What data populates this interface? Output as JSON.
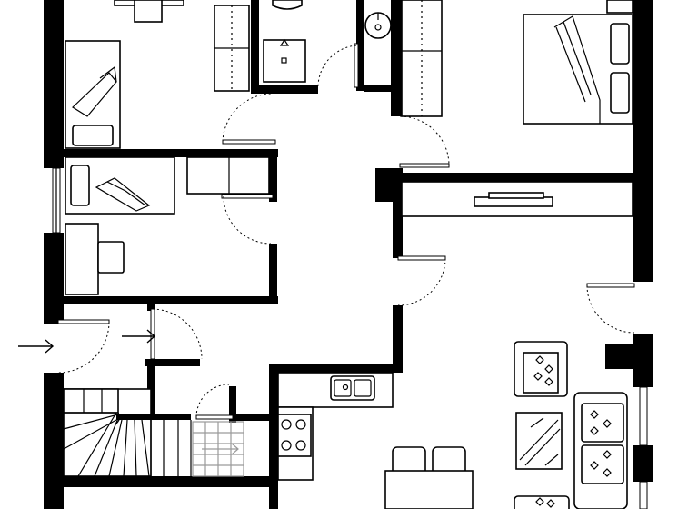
{
  "plan": {
    "rooms": [
      {
        "id": "bedroom-child-top",
        "type": "bedroom"
      },
      {
        "id": "bedroom-child-lower",
        "type": "bedroom"
      },
      {
        "id": "bathroom",
        "type": "bathroom"
      },
      {
        "id": "bedroom-main",
        "type": "bedroom"
      },
      {
        "id": "hallway",
        "type": "hallway"
      },
      {
        "id": "entrance",
        "type": "entrance"
      },
      {
        "id": "staircase",
        "type": "stairs"
      },
      {
        "id": "kitchen",
        "type": "kitchen"
      },
      {
        "id": "living-room",
        "type": "living"
      }
    ],
    "entry_arrow_count": 2,
    "wall_color": "#000000",
    "background_color": "#ffffff"
  }
}
